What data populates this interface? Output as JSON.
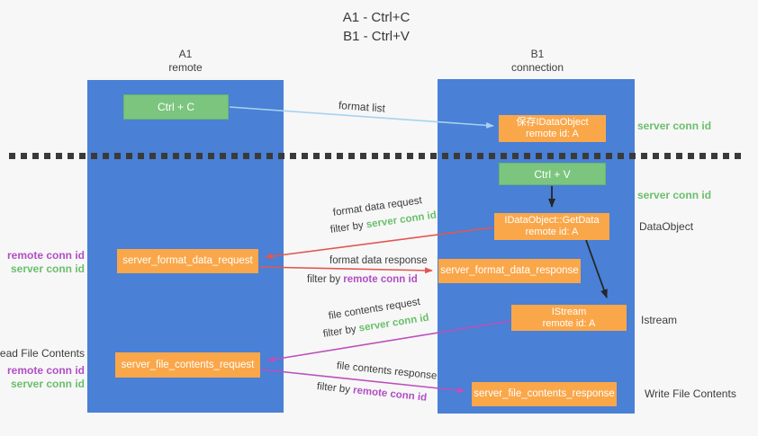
{
  "title": {
    "line1": "A1 - Ctrl+C",
    "line2": "B1 - Ctrl+V"
  },
  "columns": {
    "left": {
      "name": "A1",
      "role": "remote"
    },
    "right": {
      "name": "B1",
      "role": "connection"
    }
  },
  "nodes": {
    "ctrl_c": "Ctrl + C",
    "ctrl_v": "Ctrl + V",
    "save_idataobject": {
      "line1": "保存IDataObject",
      "line2": "remote id: A"
    },
    "getdata": {
      "line1": "IDataObject::GetData",
      "line2": "remote id: A"
    },
    "istream": {
      "line1": "IStream",
      "line2": "remote id: A"
    },
    "format_request": "server_format_data_request",
    "format_response": "server_format_data_response",
    "file_request": "server_file_contents_request",
    "file_response": "server_file_contents_response"
  },
  "labels": {
    "format_list": "format list",
    "format_data_request": "format data request",
    "format_data_response": "format data response",
    "file_contents_request": "file contents request",
    "file_contents_response": "file contents response",
    "filter_by": "filter by",
    "server_conn_id": "server conn id",
    "remote_conn_id": "remote conn id",
    "dataobject": "DataObject",
    "istream": "Istream",
    "read_file_contents": "Read File Contents",
    "write_file_contents": "Write File Contents"
  },
  "colors": {
    "column_blue": "#4a80d5",
    "box_green": "#7cc57e",
    "box_orange": "#faa74a",
    "arrow_light_blue": "#a6d2ef",
    "arrow_red": "#e25750",
    "arrow_magenta": "#bc50bc",
    "arrow_black": "#262626",
    "text_green": "#6abf6c",
    "text_purple": "#b14ec4",
    "text_dark": "#3c3c3c",
    "background": "#f7f7f7"
  }
}
